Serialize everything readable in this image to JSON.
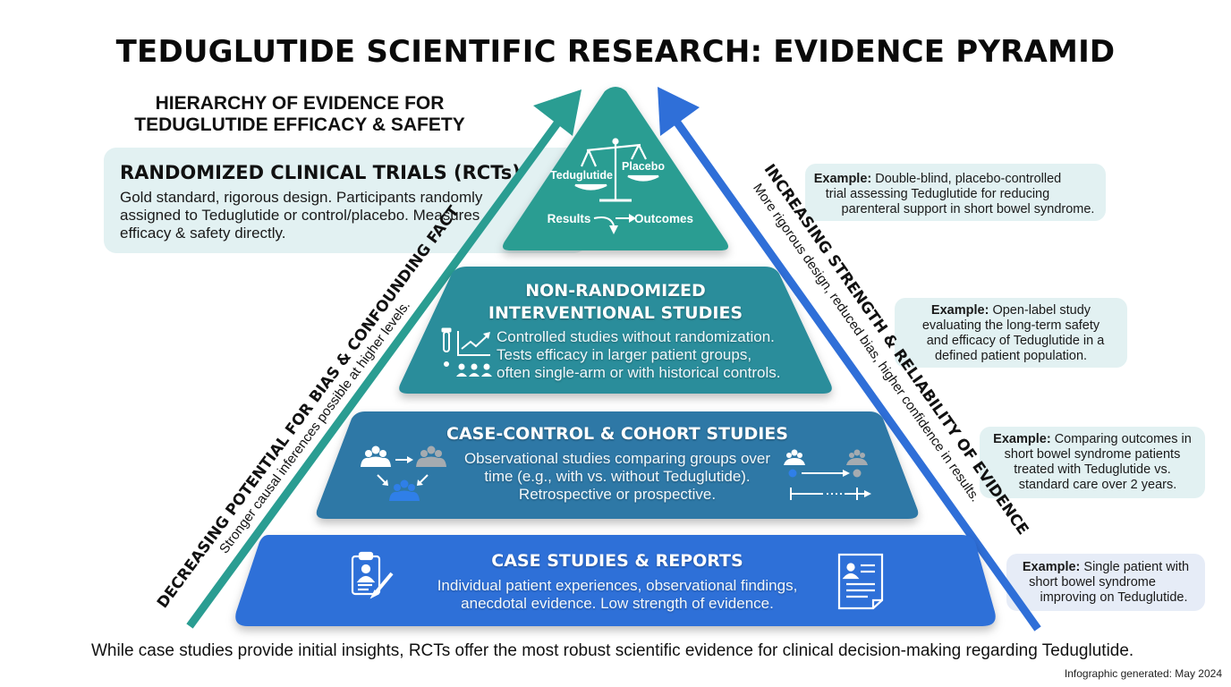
{
  "title": "TEDUGLUTIDE SCIENTIFIC RESEARCH: EVIDENCE PYRAMID",
  "subtitle": [
    "HIERARCHY OF EVIDENCE FOR",
    "TEDUGLUTIDE EFFICACY & SAFETY"
  ],
  "colors": {
    "tier1": "#2a9d92",
    "tier2": "#2b8d9b",
    "tier3": "#2f78a6",
    "tier4": "#2f6fd8",
    "left_arrow": "#2a9d92",
    "right_arrow": "#2f6fd8",
    "card_bg": "#e2f1f2"
  },
  "rct_card": {
    "heading": "RANDOMIZED CLINICAL TRIALS (RCTs)",
    "body": "Gold standard, rigorous design. Participants randomly assigned to Teduglutide or control/placebo. Measures efficacy & safety directly."
  },
  "tiers": [
    {
      "name": "Randomized Clinical Trials",
      "icon": "balance-scale-icon",
      "labels": {
        "left": "Teduglutide",
        "right": "Placebo",
        "results": "Results",
        "outcomes": "Outcomes"
      }
    },
    {
      "heading": [
        "NON-RANDOMIZED",
        "INTERVENTIONAL STUDIES"
      ],
      "body": [
        "Controlled studies without randomization.",
        "Tests efficacy in larger patient groups,",
        "often single-arm or with historical controls."
      ],
      "icon": "dropper-chart-group-icon"
    },
    {
      "heading": "CASE-CONTROL & COHORT STUDIES",
      "body": [
        "Observational studies comparing groups over",
        "time (e.g., with vs. without Teduglutide).",
        "Retrospective or prospective."
      ],
      "icon_left": "group-comparison-icon",
      "icon_right": "cohort-timeline-icon"
    },
    {
      "heading": "CASE STUDIES & REPORTS",
      "body": [
        "Individual patient experiences, observational findings,",
        "anecdotal evidence. Low strength of evidence."
      ],
      "icon_left": "clipboard-patient-icon",
      "icon_right": "patient-report-icon"
    }
  ],
  "left_axis": {
    "main": "DECREASING POTENTIAL FOR BIAS & CONFOUNDING FACT",
    "sub": "Stronger causal inferences possible at higher levels."
  },
  "right_axis": {
    "main": "INCREASING STRENGTH & RELIABILITY OF EVIDENCE",
    "sub": "More rigorous design, reduced bias, higher confidence in results."
  },
  "examples": [
    {
      "label": "Example:",
      "lines": [
        "Double-blind, placebo-controlled",
        "trial assessing Teduglutide for reducing",
        "parenteral support in short bowel syndrome."
      ]
    },
    {
      "label": "Example:",
      "lines": [
        "Open-label study",
        "evaluating the long-term safety",
        "and efficacy of Teduglutide in a",
        "defined patient population."
      ]
    },
    {
      "label": "Example:",
      "lines": [
        "Comparing outcomes in",
        "short bowel syndrome patients",
        "treated with Teduglutide vs.",
        "standard care over 2 years."
      ]
    },
    {
      "label": "Example:",
      "lines": [
        "Single patient with",
        "short bowel syndrome",
        "improving on Teduglutide."
      ]
    }
  ],
  "footer": "While case studies provide initial insights, RCTs offer the most robust scientific evidence for clinical decision-making regarding Teduglutide.",
  "generated": "Infographic generated: May 2024"
}
